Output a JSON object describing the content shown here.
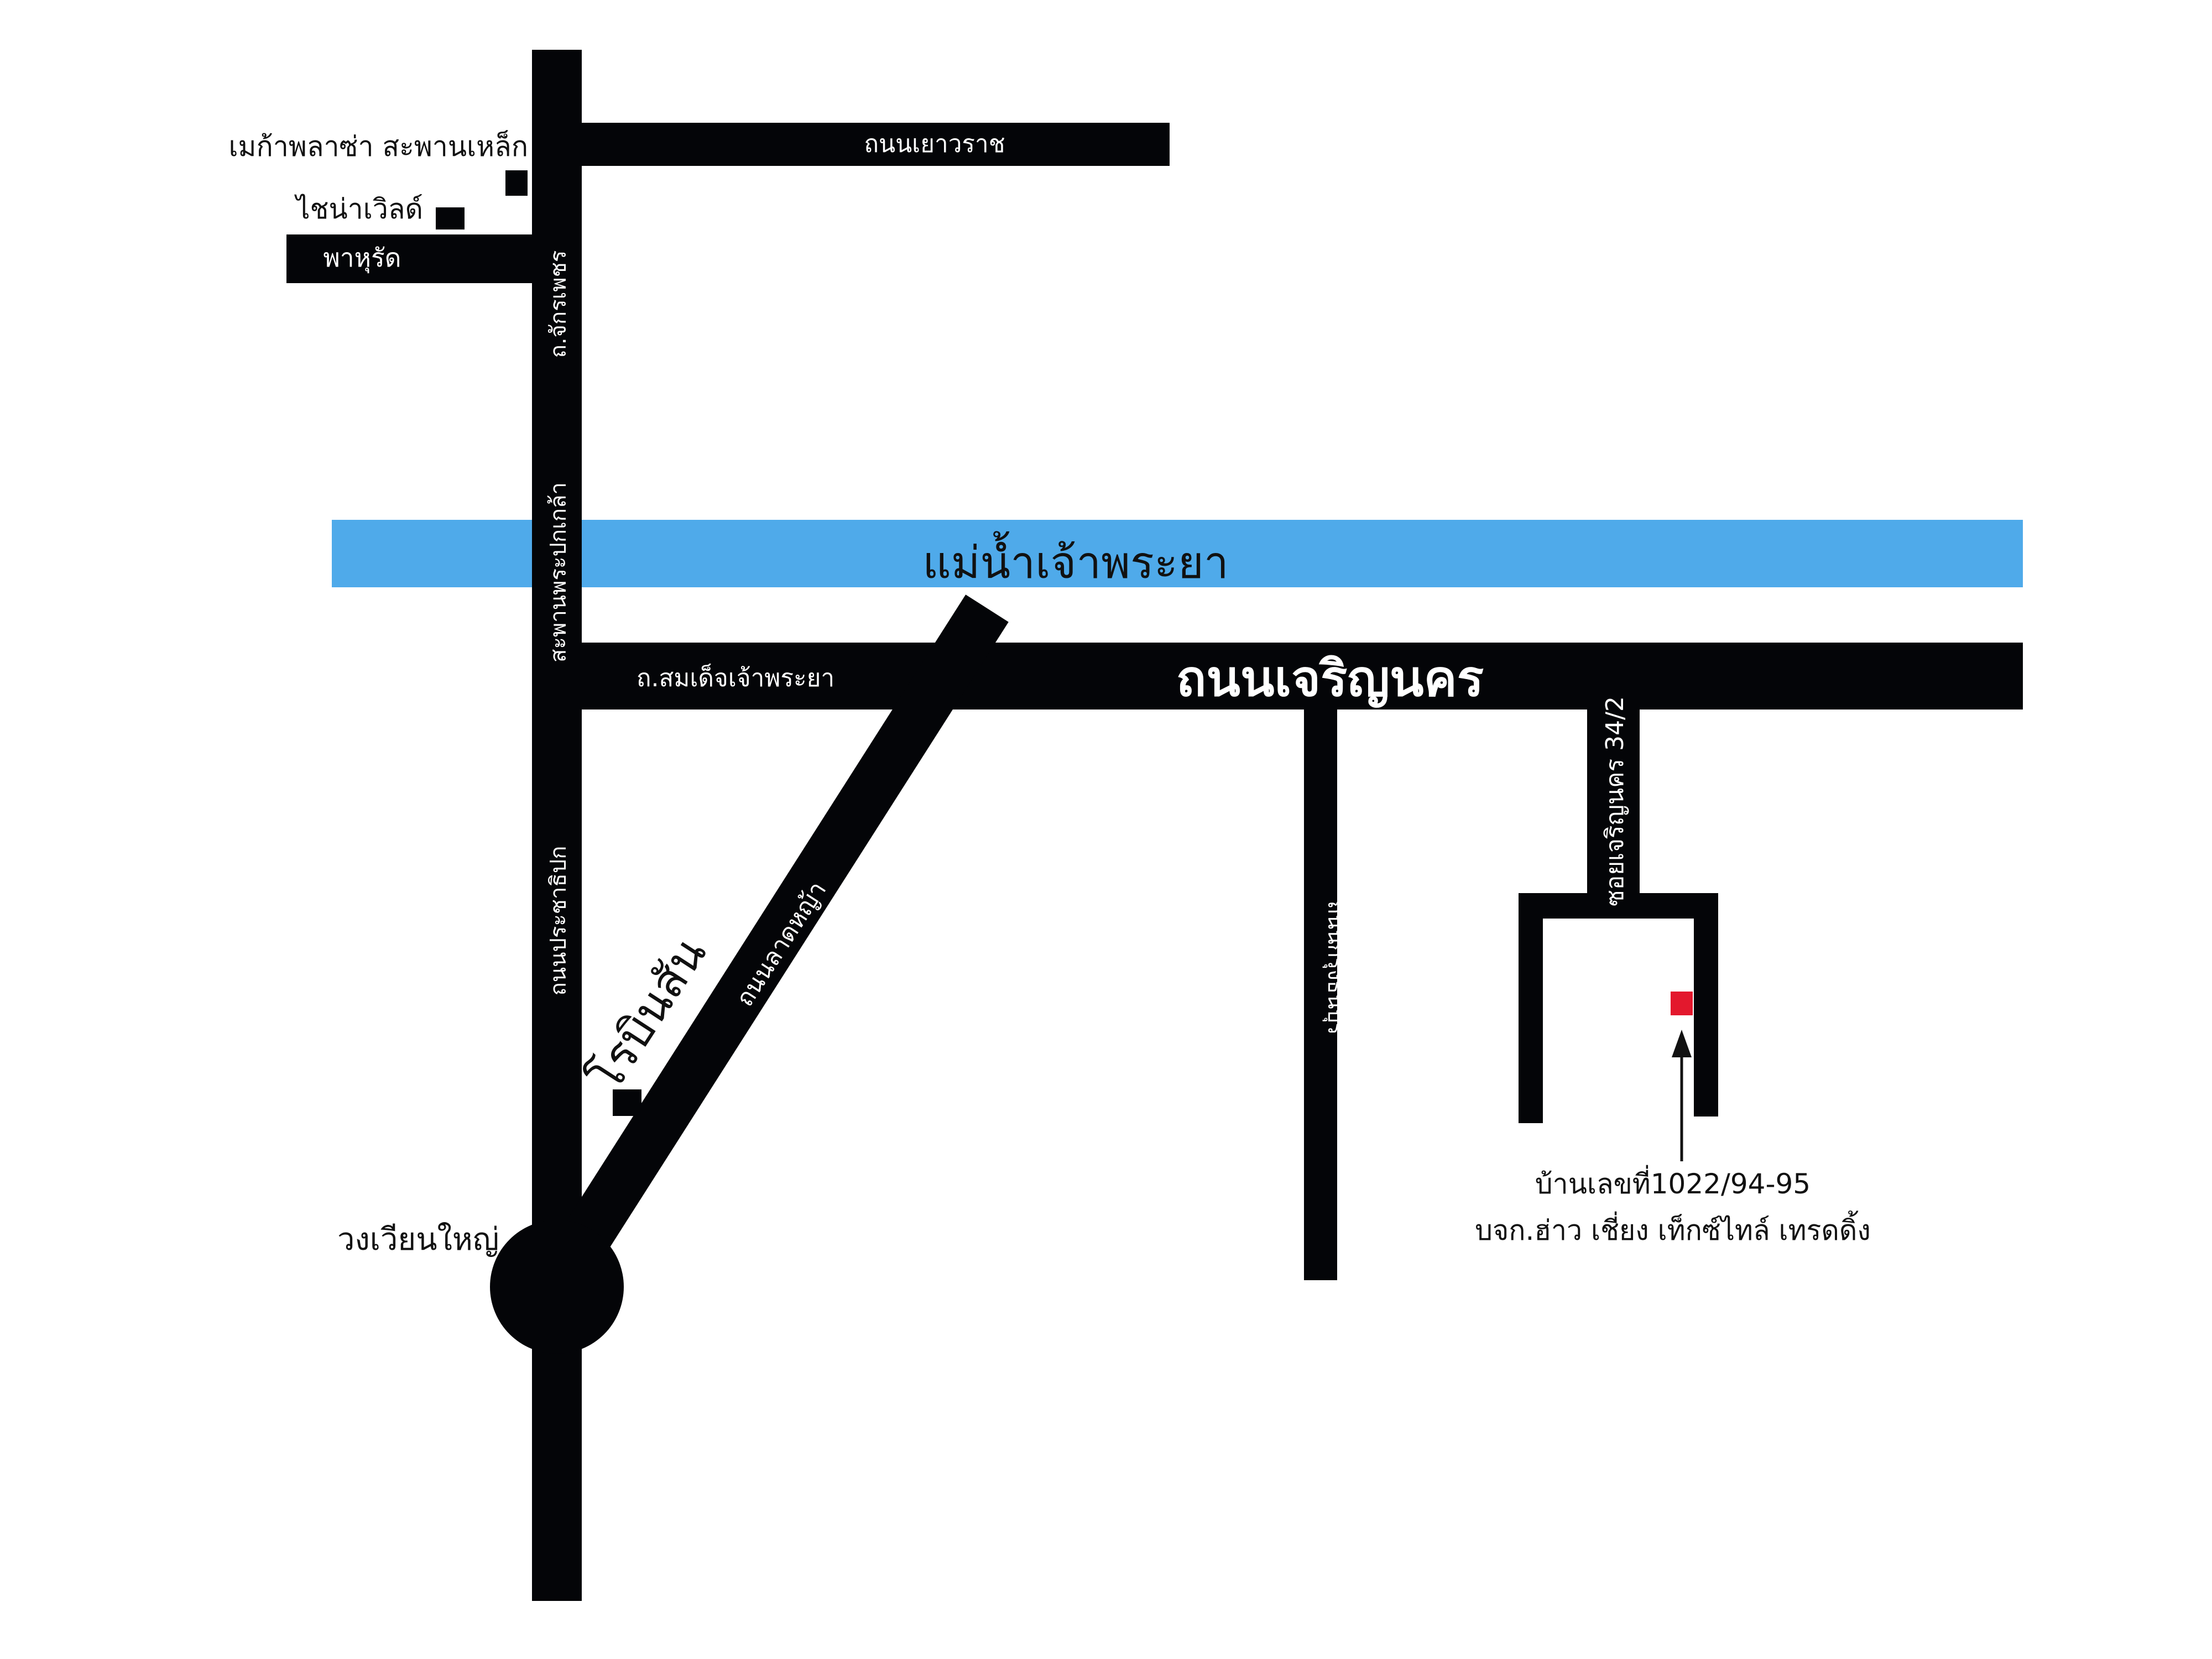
{
  "colors": {
    "road": "#040508",
    "river": "#4faaea",
    "destination": "#e3182d",
    "road_label": "#ffffff",
    "label": "#111111",
    "background": "#ffffff"
  },
  "roads": {
    "yaowarat": "ถนนเยาวราช",
    "pahurat": "พาหุรัด",
    "chakkraphet": "ถ.จักรเพชร",
    "phra_pokklao_bridge": "สะพานพระปกเกล้า",
    "somdet_chao_phraya": "ถ.สมเด็จเจ้าพระยา",
    "charoen_nakhon": "ถนนเจริญนคร",
    "soi_charoen_nakhon": "ซอยเจริญนคร 34/2",
    "prachathipok": "ถนนประชาธิปก",
    "lat_ya": "ถนนลาดหญ้า",
    "krung_thonburi": "ถนนกรุงธนบุรี"
  },
  "river": {
    "label": "แม่น้ำเจ้าพระยา"
  },
  "landmarks": {
    "mega_plaza": "เมก้าพลาซ่า สะพานเหล็ก",
    "china_world": "ไชน่าเวิลด์",
    "robinson": "โรบินสัน",
    "wongwian_yai": "วงเวียนใหญ่"
  },
  "destination": {
    "house_number": "บ้านเลขที่1022/94-95",
    "company": "บจก.ฮ่าว เชี่ยง เท็กซ์ไทล์ เทรดดิ้ง"
  },
  "icons": {
    "landmark": "square-marker-icon",
    "destination": "red-square-marker-icon",
    "pointer": "arrow-up-icon"
  }
}
